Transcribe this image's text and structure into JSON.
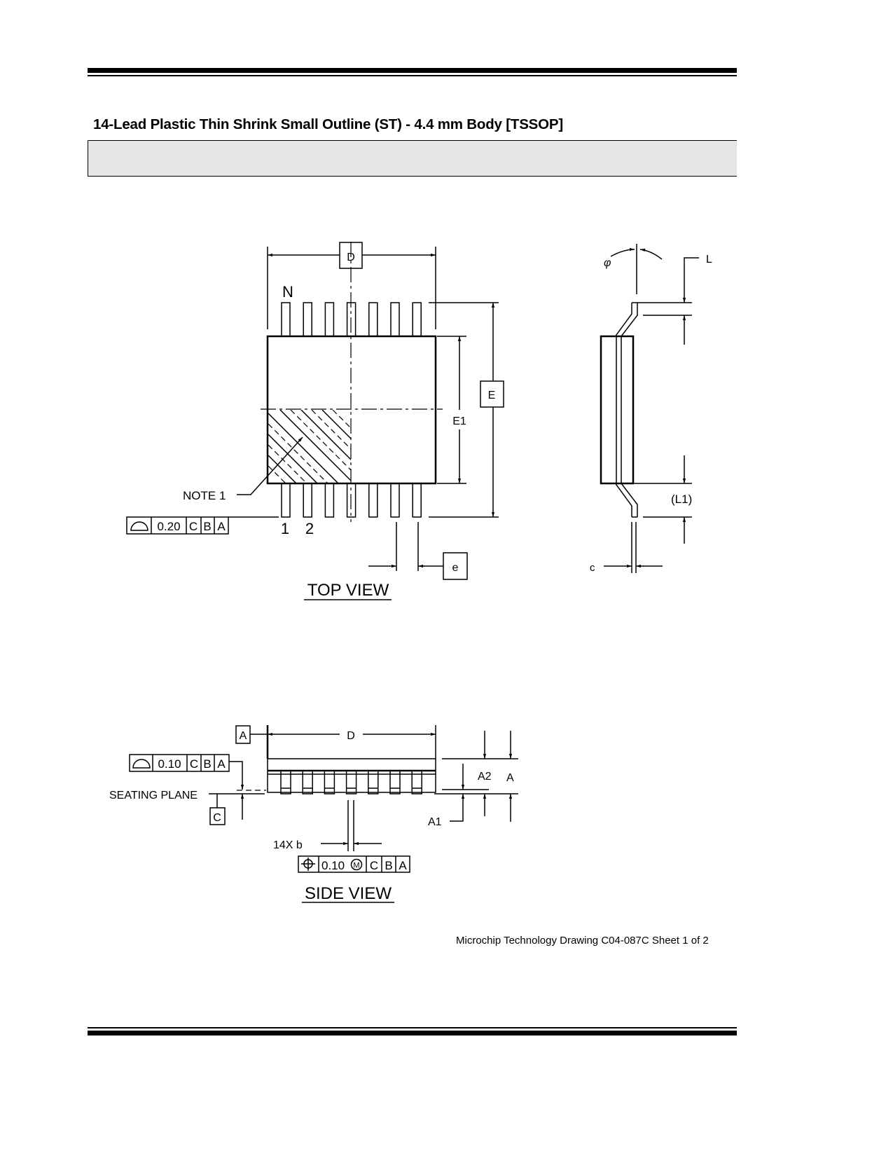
{
  "title": "14-Lead Plastic Thin Shrink Small Outline (ST) - 4.4 mm Body [TSSOP]",
  "footer": "Microchip Technology Drawing  C04-087C Sheet 1 of 2",
  "top_view": {
    "label": "TOP VIEW",
    "dim_D": "D",
    "dim_E": "E",
    "dim_E1": "E1",
    "dim_e": "e",
    "pin_N": "N",
    "pin_1": "1",
    "pin_2": "2",
    "note": "NOTE 1",
    "fcf": {
      "value": "0.20",
      "d1": "C",
      "d2": "B",
      "d3": "A"
    }
  },
  "end_view": {
    "phi": "φ",
    "dim_L": "L",
    "dim_L1": "(L1)",
    "dim_c": "c"
  },
  "side_view": {
    "label": "SIDE VIEW",
    "datum_A": "A",
    "datum_C": "C",
    "dim_D": "D",
    "dim_A": "A",
    "dim_A1": "A1",
    "dim_A2": "A2",
    "seating_plane": "SEATING  PLANE",
    "lead_b": "14X  b",
    "fcf_flat": {
      "value": "0.10",
      "d1": "C",
      "d2": "B",
      "d3": "A"
    },
    "fcf_pos": {
      "value": "0.10",
      "mod": "M",
      "d1": "C",
      "d2": "B",
      "d3": "A"
    }
  }
}
